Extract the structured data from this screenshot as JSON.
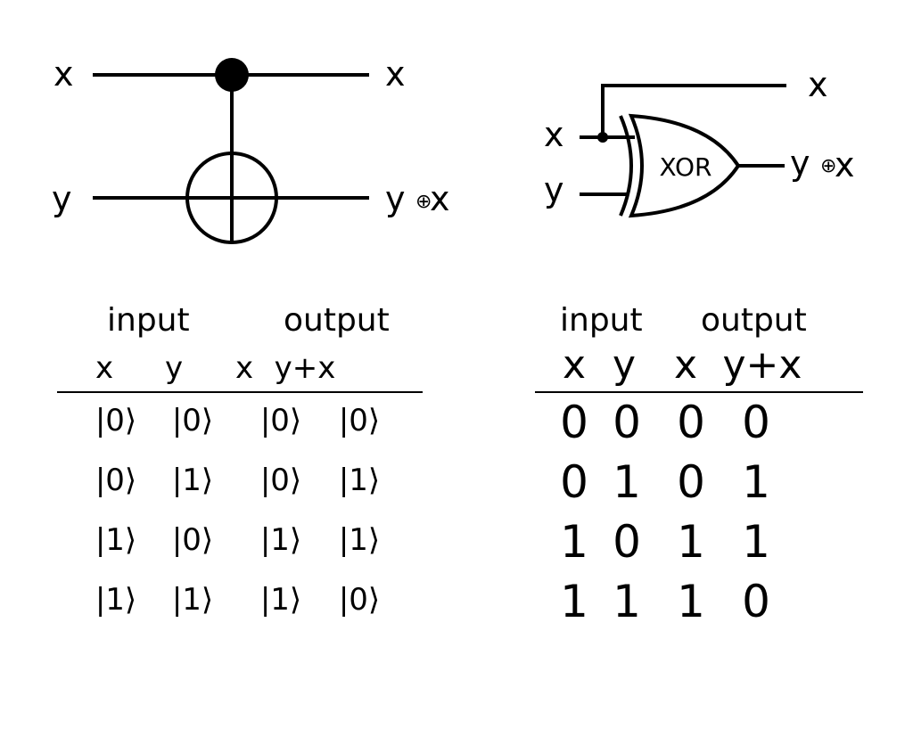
{
  "cnot_circuit": {
    "in_x": "x",
    "in_y": "y",
    "out_x": "x",
    "out_y": "y",
    "out_xor": "⊕",
    "out_y_x": "x"
  },
  "xor_gate": {
    "label": "XOR",
    "in_x": "x",
    "in_y": "y",
    "out_x": "x",
    "out_y": "y",
    "out_xor": "⊕",
    "out_y_x": "x"
  },
  "quantum_table": {
    "header_input": "input",
    "header_output": "output",
    "columns": [
      "x",
      "y",
      "x",
      "y+x"
    ],
    "rows": [
      [
        "|0⟩",
        "|0⟩",
        "|0⟩",
        "|0⟩"
      ],
      [
        "|0⟩",
        "|1⟩",
        "|0⟩",
        "|1⟩"
      ],
      [
        "|1⟩",
        "|0⟩",
        "|1⟩",
        "|1⟩"
      ],
      [
        "|1⟩",
        "|1⟩",
        "|1⟩",
        "|0⟩"
      ]
    ]
  },
  "classical_table": {
    "header_input": "input",
    "header_output": "output",
    "columns": [
      "x",
      "y",
      "x",
      "y+x"
    ],
    "rows": [
      [
        "0",
        "0",
        "0",
        "0"
      ],
      [
        "0",
        "1",
        "0",
        "1"
      ],
      [
        "1",
        "0",
        "1",
        "1"
      ],
      [
        "1",
        "1",
        "1",
        "0"
      ]
    ]
  }
}
